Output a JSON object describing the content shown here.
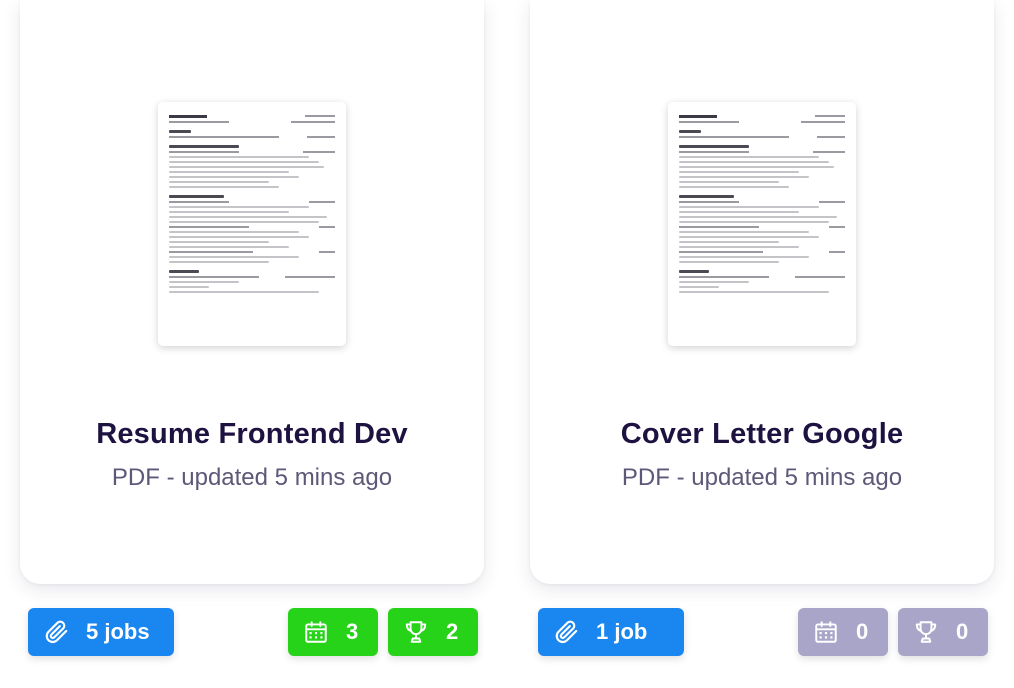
{
  "documents": [
    {
      "title": "Resume Frontend Dev",
      "subtitle": "PDF - updated 5 mins ago",
      "jobs_label": "5 jobs",
      "interviews": "3",
      "offers": "2",
      "stats_color": "#26d319"
    },
    {
      "title": "Cover Letter Google",
      "subtitle": "PDF - updated 5 mins ago",
      "jobs_label": "1 job",
      "interviews": "0",
      "offers": "0",
      "stats_color": "#a9a5c8"
    }
  ],
  "icons": {
    "jobs": "paperclip-icon",
    "interviews": "calendar-icon",
    "offers": "trophy-icon"
  },
  "colors": {
    "jobs_pill": "#1a86f0",
    "title": "#1d1240",
    "subtitle": "#5d5878"
  }
}
